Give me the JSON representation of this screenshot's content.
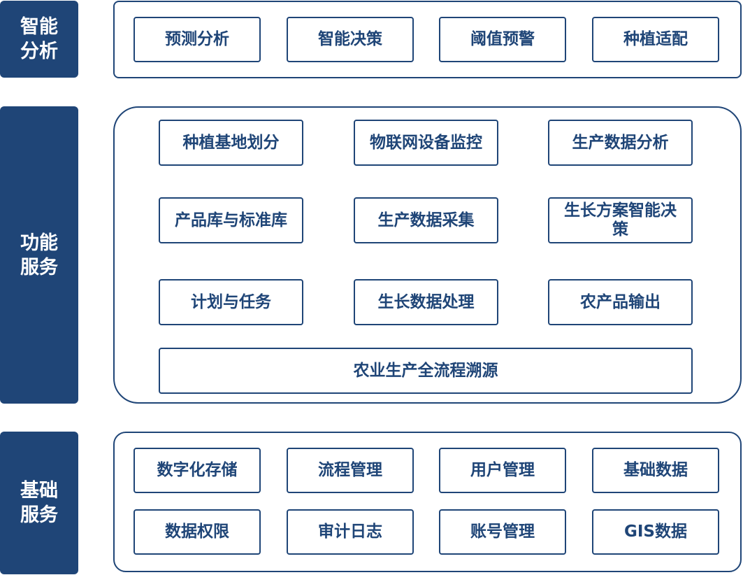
{
  "layers": {
    "smart": {
      "label": "智能分析",
      "items": [
        "预测分析",
        "智能决策",
        "阈值预警",
        "种植适配"
      ]
    },
    "function": {
      "label": "功能服务",
      "items": [
        "种植基地划分",
        "物联网设备监控",
        "生产数据分析",
        "产品库与标准库",
        "生产数据采集",
        "生长方案智能决策",
        "计划与任务",
        "生长数据处理",
        "农产品输出",
        "农业生产全流程溯源"
      ]
    },
    "base": {
      "label": "基础服务",
      "items": [
        "数字化存储",
        "流程管理",
        "用户管理",
        "基础数据",
        "数据权限",
        "审计日志",
        "账号管理",
        "GIS数据"
      ]
    }
  },
  "colors": {
    "primary": "#1f4577",
    "background": "#ffffff"
  }
}
